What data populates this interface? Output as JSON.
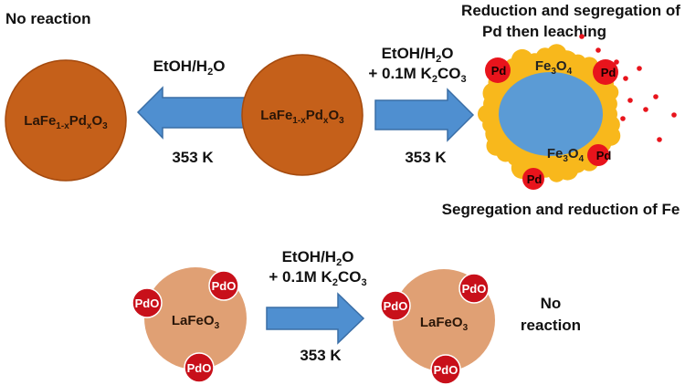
{
  "top": {
    "left_note": "No reaction",
    "right_title_line1": "Reduction and segregation of",
    "right_title_line2": "Pd then leaching",
    "right_bottom_note": "Segregation and reduction of Fe",
    "arrow_left": {
      "top_label": "EtOH/H",
      "top_sub": "2",
      "top_tail": "O",
      "bottom_label": "353 K"
    },
    "arrow_right": {
      "top_label": "EtOH/H",
      "top_sub": "2",
      "top_tail": "O",
      "line2_prefix": "+ 0.1M K",
      "line2_sub1": "2",
      "line2_mid": "CO",
      "line2_sub2": "3",
      "bottom_label": "353 K"
    },
    "ball_left": {
      "a": "LaFe",
      "sub1": "1-x",
      "b": "Pd",
      "sub2": "x",
      "c": "O",
      "sub3": "3"
    },
    "ball_center": {
      "a": "LaFe",
      "sub1": "1-x",
      "b": "Pd",
      "sub2": "x",
      "c": "O",
      "sub3": "3"
    },
    "particle": {
      "fe_label": "Fe",
      "fe_sub1": "3",
      "fe_o": "O",
      "fe_sub2": "4",
      "pd_label": "Pd"
    }
  },
  "bottom": {
    "arrow": {
      "top_label": "EtOH/H",
      "top_sub": "2",
      "top_tail": "O",
      "line2_prefix": "+ 0.1M K",
      "line2_sub1": "2",
      "line2_mid": "CO",
      "line2_sub2": "3",
      "bottom_label": "353 K"
    },
    "ball_left": {
      "a": "LaFeO",
      "sub": "3",
      "pdo": "PdO"
    },
    "ball_right": {
      "a": "LaFeO",
      "sub": "3",
      "pdo": "PdO"
    },
    "right_note_line1": "No",
    "right_note_line2": "reaction"
  },
  "colors": {
    "perovskite_ball": "#c5601a",
    "perovskite_ball_edge": "#a54a0e",
    "lafeo3_ball": "#e0a074",
    "arrow_blue": "#4f8fd0",
    "arrow_edge": "#3a6ea6",
    "fe3o4_yellow": "#f8b81c",
    "core_blue": "#5b9bd5",
    "pd_red": "#e8141c",
    "pdo_red": "#c8101a"
  }
}
